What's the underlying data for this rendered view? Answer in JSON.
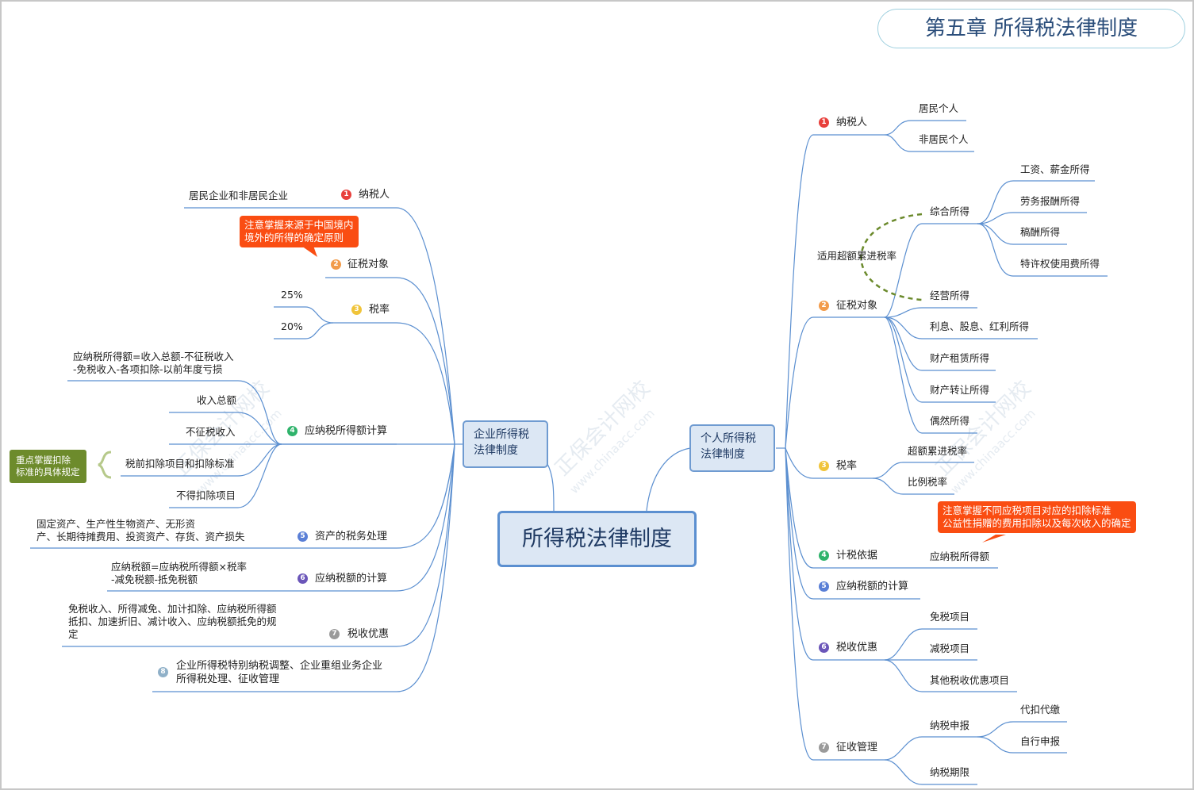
{
  "chapter_title": "第五章    所得税法律制度",
  "central": "所得税法律制度",
  "watermark": {
    "name": "正保会计网校",
    "url": "www.chinaacc.com"
  },
  "colors": {
    "b1": "#e8403c",
    "b2": "#f29b4a",
    "b3": "#f0c43a",
    "b4": "#2fb36b",
    "b5": "#5a7fd6",
    "b6": "#6b56b9",
    "b7": "#9a9a9a",
    "b8": "#8fb0c8"
  },
  "left": {
    "title": "企业所得税\n法律制度",
    "b1": {
      "num": "1",
      "label": "纳税人",
      "child": "居民企业和非居民企业"
    },
    "b2": {
      "num": "2",
      "label": "征税对象",
      "callout": "注意掌握来源于中国境内\n境外的所得的确定原则"
    },
    "b3": {
      "num": "3",
      "label": "税率",
      "c1": "25%",
      "c2": "20%"
    },
    "b4": {
      "num": "4",
      "label": "应纳税所得额计算",
      "formula": "应纳税所得额=收入总额-不征税收入\n-免税收入-各项扣除-以前年度亏损",
      "c1": "收入总额",
      "c2": "不征税收入",
      "c3": "税前扣除项目和扣除标准",
      "c4": "不得扣除项目",
      "note": "重点掌握扣除\n标准的具体规定"
    },
    "b5": {
      "num": "5",
      "label": "资产的税务处理",
      "child": "固定资产、生产性生物资产、无形资\n产、长期待摊费用、投资资产、存货、资产损失"
    },
    "b6": {
      "num": "6",
      "label": "应纳税额的计算",
      "child": "应纳税额=应纳税所得额×税率\n-减免税额-抵免税额"
    },
    "b7": {
      "num": "7",
      "label": "税收优惠",
      "child": "免税收入、所得减免、加计扣除、应纳税所得额\n抵扣、加速折旧、减计收入、应纳税额抵免的规\n定"
    },
    "b8": {
      "num": "8",
      "label": "企业所得税特别纳税调整、企业重组业务企业\n所得税处理、征收管理"
    }
  },
  "right": {
    "title": "个人所得税\n法律制度",
    "b1": {
      "num": "1",
      "label": "纳税人",
      "c1": "居民个人",
      "c2": "非居民个人"
    },
    "b2": {
      "num": "2",
      "label": "征税对象",
      "zonghe": "综合所得",
      "z1": "工资、薪金所得",
      "z2": "劳务报酬所得",
      "z3": "稿酬所得",
      "z4": "特许权使用费所得",
      "c2": "经营所得",
      "c3": "利息、股息、红利所得",
      "c4": "财产租赁所得",
      "c5": "财产转让所得",
      "c6": "偶然所得",
      "rate_note": "适用超额累进税率"
    },
    "b3": {
      "num": "3",
      "label": "税率",
      "c1": "超额累进税率",
      "c2": "比例税率",
      "callout": "注意掌握不同应税项目对应的扣除标准\n公益性捐赠的费用扣除以及每次收入的确定"
    },
    "b4": {
      "num": "4",
      "label": "计税依据",
      "c1": "应纳税所得额"
    },
    "b5": {
      "num": "5",
      "label": "应纳税额的计算"
    },
    "b6": {
      "num": "6",
      "label": "税收优惠",
      "c1": "免税项目",
      "c2": "减税项目",
      "c3": "其他税收优惠项目"
    },
    "b7": {
      "num": "7",
      "label": "征收管理",
      "c1": "纳税申报",
      "c11": "代扣代缴",
      "c12": "自行申报",
      "c2": "纳税期限"
    }
  }
}
